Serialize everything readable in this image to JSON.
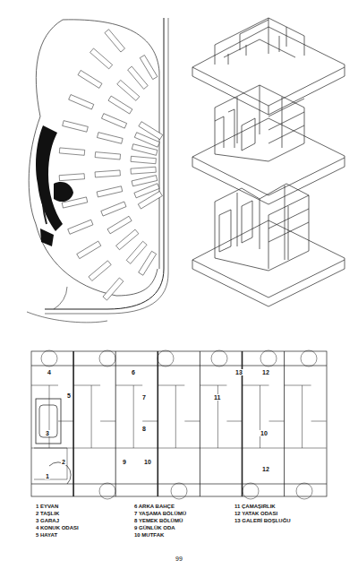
{
  "diagram": {
    "labels": [
      "4",
      "5",
      "3",
      "2",
      "1",
      "6",
      "7",
      "8",
      "9",
      "10",
      "13",
      "11",
      "12",
      "12",
      "10",
      "99"
    ],
    "legend": [
      {
        "text": "1 EYVAN"
      },
      {
        "text": "2 TAŞLIK"
      },
      {
        "text": "3 GARAJ"
      },
      {
        "text": "4 KONUK ODASI"
      },
      {
        "text": "5 HAYAT"
      },
      {
        "text": "6 ARKA BAHÇE"
      },
      {
        "text": "7 YAŞAMA BÖLÜMÜ"
      },
      {
        "text": "8 YEMEK BÖLÜMÜ"
      },
      {
        "text": "9 GÜNLÜK ODA"
      },
      {
        "text": "10 MUTFAK"
      },
      {
        "text": "11 ÇAMAŞIRLIK"
      },
      {
        "text": "12 YATAK ODASI"
      },
      {
        "text": "13 GALERİ BOŞLUĞU"
      }
    ]
  }
}
